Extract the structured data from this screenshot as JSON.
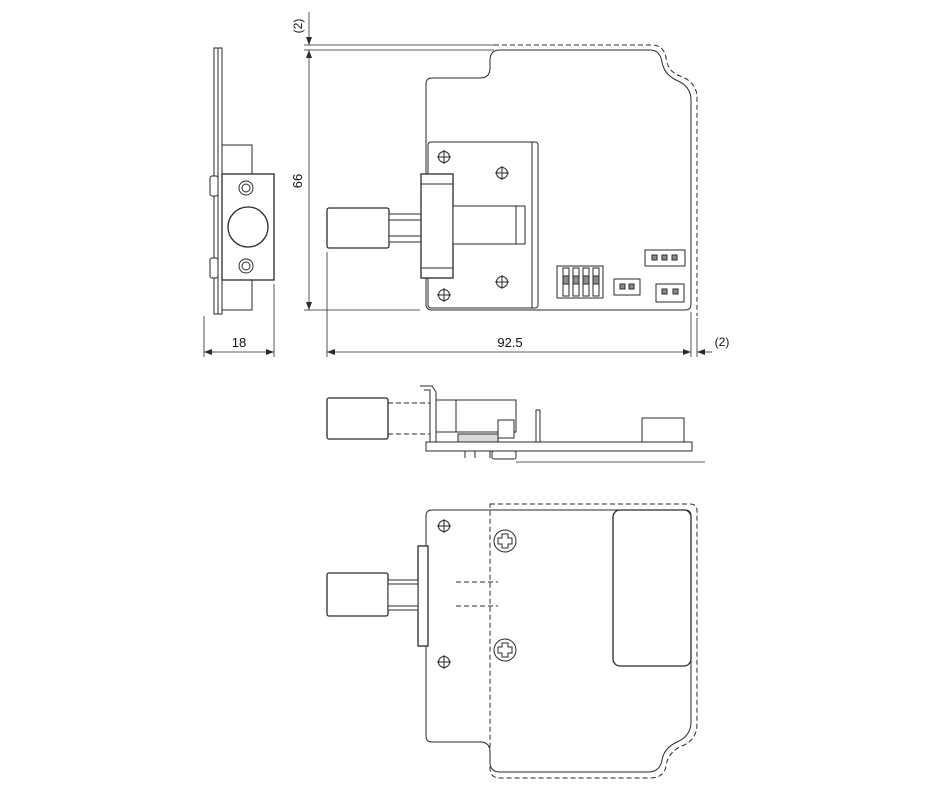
{
  "dimensions": {
    "top_offset": "(2)",
    "height": "66",
    "side_width": "18",
    "length": "92.5",
    "right_offset": "(2)"
  }
}
